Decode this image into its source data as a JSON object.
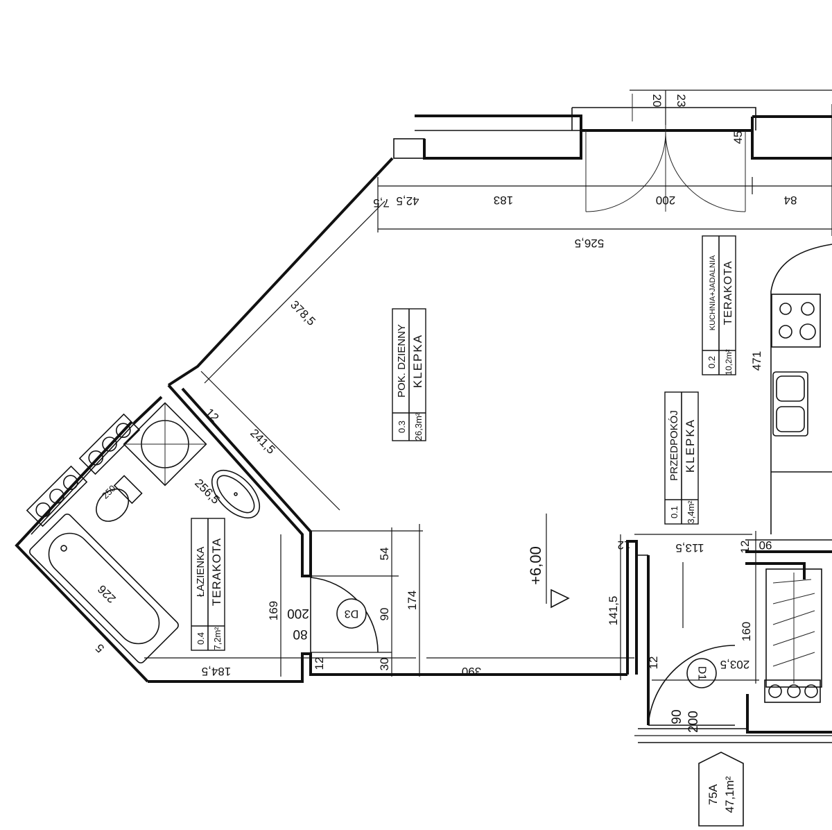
{
  "plan": {
    "apartment": {
      "number": "75A",
      "area": "47,1m²"
    },
    "level": "+6,00",
    "rooms": [
      {
        "id": "living",
        "number": "0.3",
        "area": "26,3m²",
        "name": "POK. DZIENNY",
        "floor": "KLEPKA"
      },
      {
        "id": "kitchen",
        "number": "0.2",
        "area": "10,2m²",
        "name": "KUCHNIA+JADALNIA",
        "floor": "TERAKOTA"
      },
      {
        "id": "hall",
        "number": "0.1",
        "area": "3,4m²",
        "name": "PRZEDPOKÓJ",
        "floor": "KLEPKA"
      },
      {
        "id": "bath",
        "number": "0.4",
        "area": "7,2m²",
        "name": "ŁAZIENKA",
        "floor": "TERAKOTA"
      }
    ],
    "doors": [
      {
        "id": "d3",
        "tag": "D3",
        "width": "80",
        "height": "200"
      },
      {
        "id": "d1",
        "tag": "D1",
        "width": "90",
        "height": "200"
      }
    ],
    "dimensions": {
      "top_20": "20",
      "top_23": "23",
      "d45": "45",
      "d42_5": "42,5",
      "d7_5": "7,5",
      "d183": "183",
      "d200": "200",
      "d84": "84",
      "d526_5": "526,5",
      "d378_5": "378,5",
      "d471": "471",
      "d12_living": "12",
      "d241_5": "241,5",
      "d256_5": "256,5",
      "d54": "54",
      "d90": "90",
      "d174": "174",
      "d30": "30",
      "d390": "390",
      "d169": "169",
      "d141_5": "141,5",
      "d113_5": "113,5",
      "d12_hall": "12",
      "d90_hall": "90",
      "d12_b": "12",
      "d160": "160",
      "d203_5": "203,5",
      "d12_c": "12",
      "d12_d": "12",
      "d184_5": "184,5",
      "d226": "226",
      "d250": "250",
      "d5": "5"
    }
  }
}
